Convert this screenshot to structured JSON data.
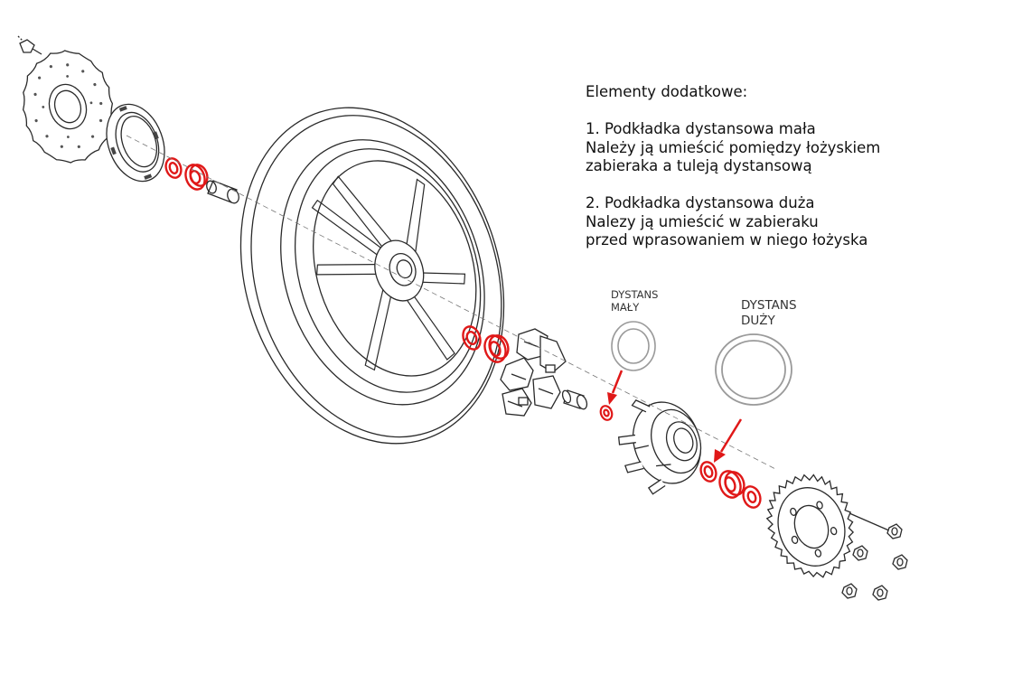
{
  "notes": {
    "heading": "Elementy dodatkowe:",
    "item1_title": "1. Podkładka dystansowa mała",
    "item1_line1": "Należy ją umieścić pomiędzy łożyskiem",
    "item1_line2": "zabieraka a tuleją dystansową",
    "item2_title": "2. Podkładka dystansowa duża",
    "item2_line1": "Nalezy ją umieścić w zabieraku",
    "item2_line2": "przed wprasowaniem w niego łożyska"
  },
  "labels": {
    "small_line1": "DYSTANS",
    "small_line2": "MAŁY",
    "big_line1": "DYSTANS",
    "big_line2": "DUŻY"
  },
  "colors": {
    "highlight": "#e01818",
    "line": "#2a2a2a",
    "washer": "#9a9a9a"
  },
  "parts": [
    "brake-disc",
    "brake-disc-bolt",
    "speed-sensor-ring",
    "wheel-bearing",
    "spacer-sleeve",
    "rear-wheel",
    "hub-bearing",
    "cush-drive-rubbers",
    "collar",
    "small-spacer-washer",
    "sprocket-carrier",
    "carrier-bearing",
    "large-spacer-washer",
    "rear-sprocket",
    "sprocket-nuts"
  ]
}
